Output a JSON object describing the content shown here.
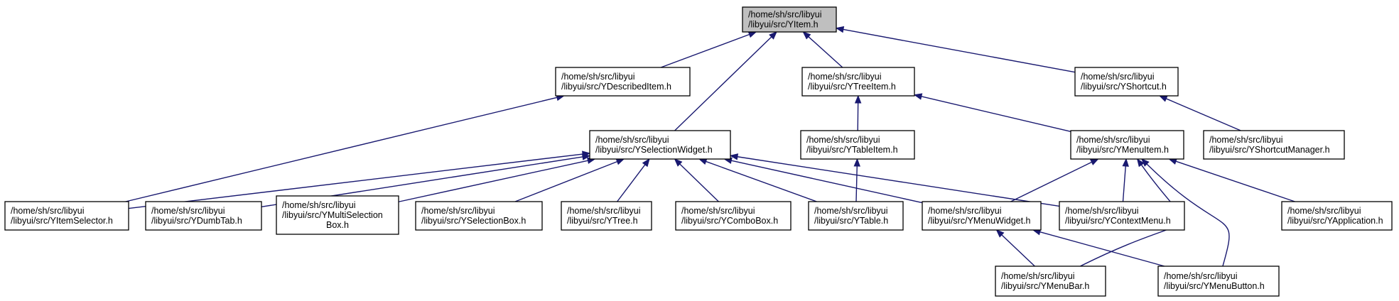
{
  "graph": {
    "nodes": [
      {
        "id": "yitem",
        "lines": [
          "/home/sh/src/libyui",
          "/libyui/src/YItem.h"
        ],
        "root": true
      },
      {
        "id": "ydescribeditem",
        "lines": [
          "/home/sh/src/libyui",
          "/libyui/src/YDescribedItem.h"
        ]
      },
      {
        "id": "ytreeitem",
        "lines": [
          "/home/sh/src/libyui",
          "/libyui/src/YTreeItem.h"
        ]
      },
      {
        "id": "yshortcut",
        "lines": [
          "/home/sh/src/libyui",
          "/libyui/src/YShortcut.h"
        ]
      },
      {
        "id": "yselectionwidget",
        "lines": [
          "/home/sh/src/libyui",
          "/libyui/src/YSelectionWidget.h"
        ]
      },
      {
        "id": "ytableitem",
        "lines": [
          "/home/sh/src/libyui",
          "/libyui/src/YTableItem.h"
        ]
      },
      {
        "id": "ymenuitem",
        "lines": [
          "/home/sh/src/libyui",
          "/libyui/src/YMenuItem.h"
        ]
      },
      {
        "id": "yshortcutmanager",
        "lines": [
          "/home/sh/src/libyui",
          "/libyui/src/YShortcutManager.h"
        ]
      },
      {
        "id": "yitemselector",
        "lines": [
          "/home/sh/src/libyui",
          "/libyui/src/YItemSelector.h"
        ]
      },
      {
        "id": "ydumbtab",
        "lines": [
          "/home/sh/src/libyui",
          "/libyui/src/YDumbTab.h"
        ]
      },
      {
        "id": "ymultiselectionbox",
        "lines": [
          "/home/sh/src/libyui",
          "/libyui/src/YMultiSelection",
          "Box.h"
        ]
      },
      {
        "id": "yselectionbox",
        "lines": [
          "/home/sh/src/libyui",
          "/libyui/src/YSelectionBox.h"
        ]
      },
      {
        "id": "ytree",
        "lines": [
          "/home/sh/src/libyui",
          "/libyui/src/YTree.h"
        ]
      },
      {
        "id": "ycombobox",
        "lines": [
          "/home/sh/src/libyui",
          "/libyui/src/YComboBox.h"
        ]
      },
      {
        "id": "ytable",
        "lines": [
          "/home/sh/src/libyui",
          "/libyui/src/YTable.h"
        ]
      },
      {
        "id": "ymenuwidget",
        "lines": [
          "/home/sh/src/libyui",
          "/libyui/src/YMenuWidget.h"
        ]
      },
      {
        "id": "ycontextmenu",
        "lines": [
          "/home/sh/src/libyui",
          "/libyui/src/YContextMenu.h"
        ]
      },
      {
        "id": "yapplication",
        "lines": [
          "/home/sh/src/libyui",
          "/libyui/src/YApplication.h"
        ]
      },
      {
        "id": "ymenubar",
        "lines": [
          "/home/sh/src/libyui",
          "/libyui/src/YMenuBar.h"
        ]
      },
      {
        "id": "ymenubutton",
        "lines": [
          "/home/sh/src/libyui",
          "/libyui/src/YMenuButton.h"
        ]
      }
    ],
    "edges": [
      {
        "from": "ydescribeditem",
        "to": "yitem"
      },
      {
        "from": "yselectionwidget",
        "to": "yitem"
      },
      {
        "from": "ytreeitem",
        "to": "yitem"
      },
      {
        "from": "yshortcut",
        "to": "yitem"
      },
      {
        "from": "yitemselector",
        "to": "ydescribeditem"
      },
      {
        "from": "ytableitem",
        "to": "ytreeitem"
      },
      {
        "from": "ymenuitem",
        "to": "ytreeitem"
      },
      {
        "from": "yshortcutmanager",
        "to": "yshortcut"
      },
      {
        "from": "yitemselector",
        "to": "yselectionwidget"
      },
      {
        "from": "ydumbtab",
        "to": "yselectionwidget"
      },
      {
        "from": "ymultiselectionbox",
        "to": "yselectionwidget"
      },
      {
        "from": "yselectionbox",
        "to": "yselectionwidget"
      },
      {
        "from": "ytree",
        "to": "yselectionwidget"
      },
      {
        "from": "ycombobox",
        "to": "yselectionwidget"
      },
      {
        "from": "ytable",
        "to": "yselectionwidget"
      },
      {
        "from": "ymenuwidget",
        "to": "yselectionwidget"
      },
      {
        "from": "ycontextmenu",
        "to": "yselectionwidget"
      },
      {
        "from": "ytable",
        "to": "ytableitem"
      },
      {
        "from": "ymenuwidget",
        "to": "ymenuitem"
      },
      {
        "from": "ycontextmenu",
        "to": "ymenuitem"
      },
      {
        "from": "yapplication",
        "to": "ymenuitem"
      },
      {
        "from": "ymenubar",
        "to": "ymenuitem"
      },
      {
        "from": "ymenubutton",
        "to": "ymenuitem"
      },
      {
        "from": "ymenubar",
        "to": "ymenuwidget"
      },
      {
        "from": "ymenubutton",
        "to": "ymenuwidget"
      }
    ],
    "colors": {
      "edge": "#191970",
      "root_fill": "#bfbfbf",
      "node_fill": "#ffffff",
      "border": "#000000"
    }
  }
}
